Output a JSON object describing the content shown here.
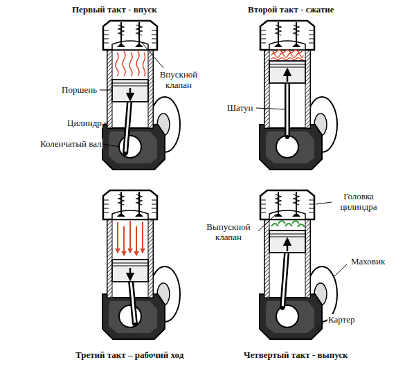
{
  "diagram": {
    "labels": [
      "Первый такт - впуск",
      "Второй такт - сжатие",
      "Поршень",
      "Впускной клапан",
      "Цилиндр",
      "Коленчатый вал",
      "Шатун",
      "Головка цилиндра",
      "Выпускной клапан",
      "Маховик",
      "Картер",
      "Третий такт – рабочий ход",
      "Четвертый такт - выпуск"
    ]
  }
}
